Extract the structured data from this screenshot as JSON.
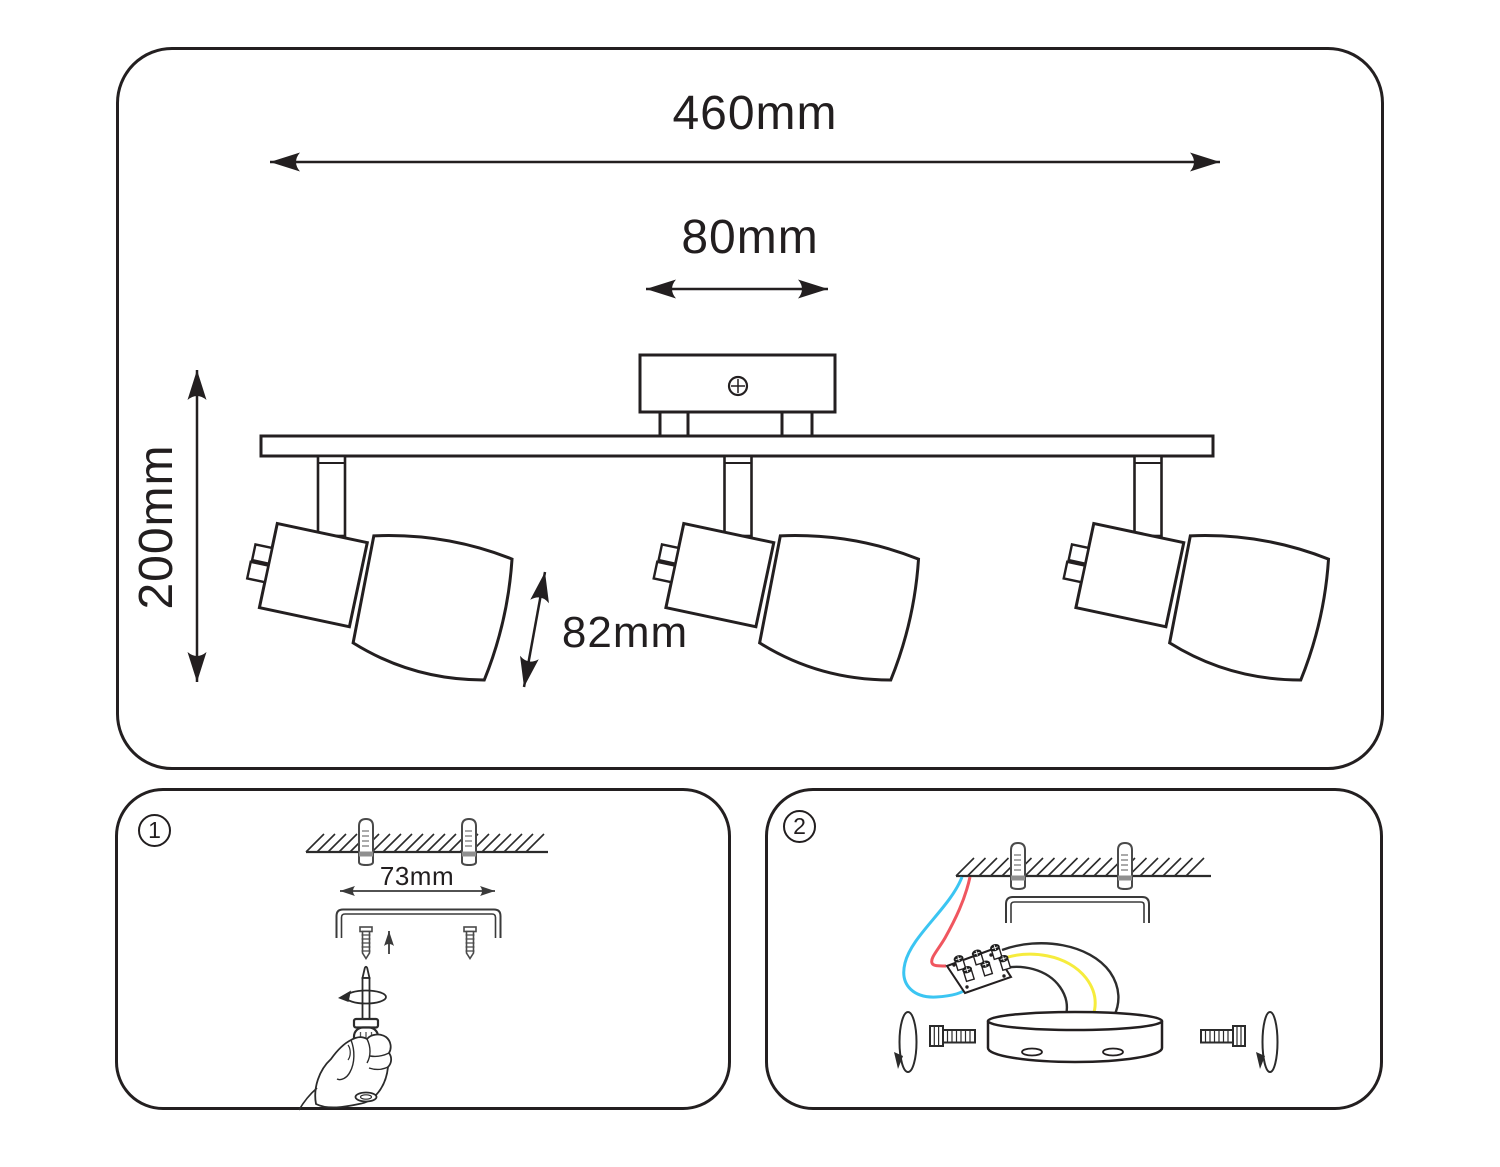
{
  "colors": {
    "line": "#231f20",
    "detail": "#4a4a4a",
    "wire_red": "#f0565f",
    "wire_blue": "#3bc5f2",
    "wire_yellow": "#f6ec3d",
    "wire_dark": "#2d2d2d"
  },
  "main_diagram": {
    "width_label": "460mm",
    "canopy_width_label": "80mm",
    "height_label": "200mm",
    "shade_height_label": "82mm"
  },
  "step1": {
    "number": "1",
    "hole_spacing_label": "73mm"
  },
  "step2": {
    "number": "2"
  }
}
